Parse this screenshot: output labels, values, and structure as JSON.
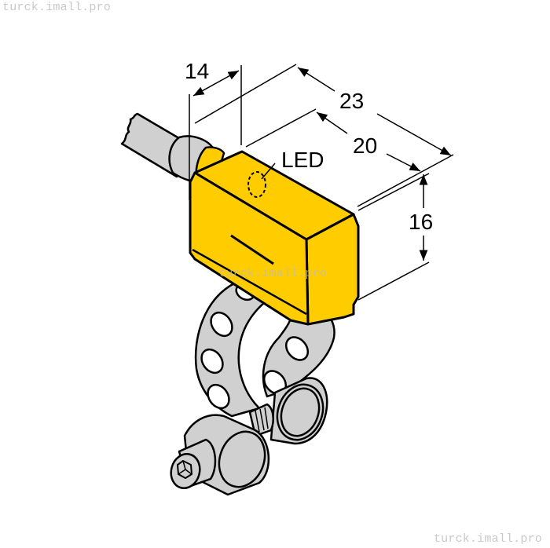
{
  "watermarks": {
    "top_left": "turck.imall.pro",
    "center": "turck.imall.pro",
    "bottom_right": "turck.imall.pro"
  },
  "drawing": {
    "subject": "inductive sensor with mounting clamp",
    "colors": {
      "housing": "#FFCC00",
      "metal": "#D0D0D0",
      "outline": "#000000",
      "background": "#FFFFFF"
    },
    "dimensions": {
      "d14": "14",
      "d23": "23",
      "d20": "20",
      "d16": "16"
    },
    "labels": {
      "led": "LED"
    }
  }
}
